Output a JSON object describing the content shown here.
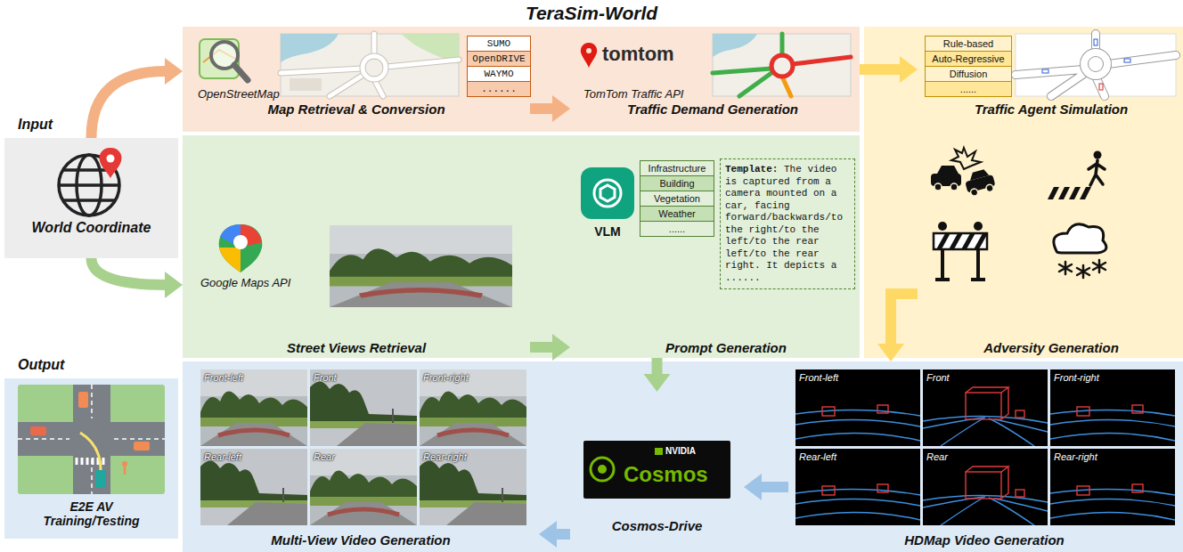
{
  "diagram": {
    "title": "TeraSim-World",
    "nodes": [
      {
        "text": [
          "Input",
          "World Coordinate"
        ]
      },
      {
        "text": [
          "OpenStreetMap",
          "Map Retrieval & Conversion"
        ]
      },
      {
        "text": [
          "SUMO",
          "OpenDRIVE",
          "WAYMO",
          "......"
        ],
        "in": 1
      },
      {
        "text": [
          "tomtom",
          "TomTom Traffic API",
          "Traffic Demand Generation"
        ]
      },
      {
        "text": [
          "Traffic Agent Simulation"
        ]
      },
      {
        "text": [
          "Rule-based",
          "Auto-Regressive",
          "Diffusion",
          "......"
        ],
        "in": 4
      },
      {
        "text": [
          "Google Maps API",
          "Street Views Retrieval"
        ]
      },
      {
        "text": [
          "VLM",
          "Prompt Generation"
        ]
      },
      {
        "text": [
          "Infrastructure",
          "Building",
          "Vegetation",
          "Weather",
          "......"
        ],
        "in": 7
      },
      {
        "text": [
          "Template:",
          "The video is captured from a camera mounted on a car, facing forward/backwards/to the right/to the left/to the rear left/to the rear right. It depicts a ......"
        ],
        "in": 7
      },
      {
        "text": [
          "Adversity Generation"
        ]
      },
      {
        "text": [
          "Output",
          "E2E AV Training/Testing"
        ]
      },
      {
        "text": [
          "Multi-View Video Generation"
        ]
      },
      {
        "text": [
          "Cosmos-Drive"
        ]
      },
      {
        "text": [
          "NVIDIA",
          "Cosmos"
        ],
        "in": 13
      },
      {
        "text": [
          "HDMap Video Generation"
        ]
      }
    ],
    "edges": [
      {
        "from": 0,
        "to": 1,
        "arrow": "to"
      },
      {
        "from": 0,
        "to": 6,
        "arrow": "to"
      },
      {
        "from": 1,
        "to": 3,
        "arrow": "to"
      },
      {
        "from": 6,
        "to": 7,
        "arrow": "to"
      },
      {
        "from": 3,
        "to": 4,
        "arrow": "to"
      },
      {
        "from": 10,
        "to": 15,
        "arrow": "to"
      },
      {
        "from": 7,
        "to": 13,
        "arrow": "to"
      },
      {
        "from": 15,
        "to": 13,
        "arrow": "to"
      },
      {
        "from": 13,
        "to": 12,
        "arrow": "to"
      }
    ],
    "labels": [
      "Front-left",
      "Front",
      "Front-right",
      "Rear-left",
      "Rear",
      "Rear-right",
      "Front-left",
      "Front",
      "Front-right",
      "Rear-left",
      "Rear",
      "Rear-right"
    ]
  }
}
